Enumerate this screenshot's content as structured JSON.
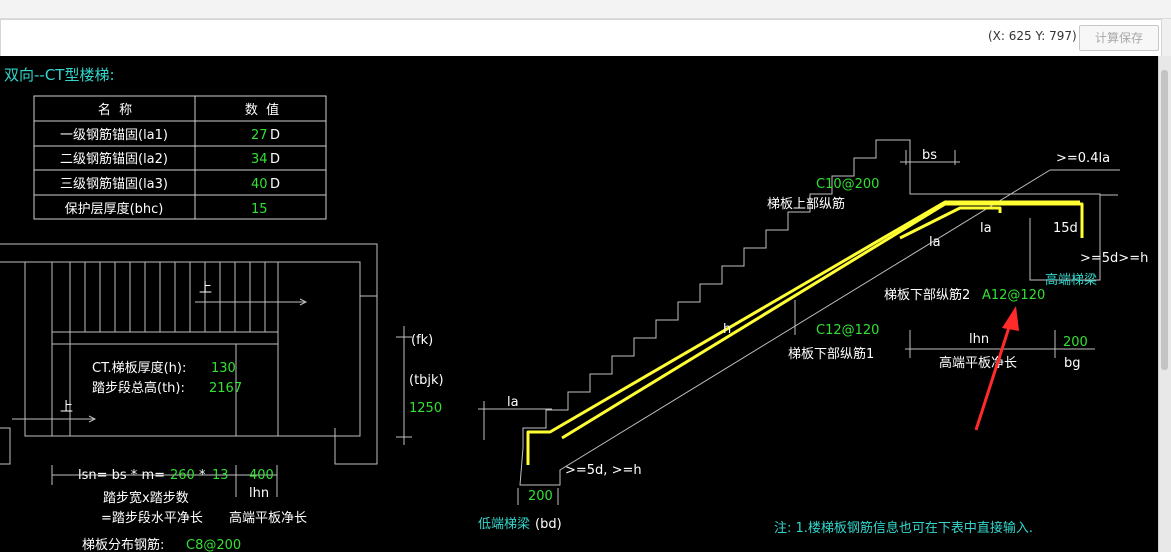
{
  "toolbar": {
    "coords": "(X: 625 Y: 797)",
    "save_label": "计算保存"
  },
  "drawing": {
    "title": "双向--CT型楼梯:",
    "table": {
      "headers": [
        "名  称",
        "数  值"
      ],
      "rows": [
        {
          "name": "一级钢筋锚固(la1)",
          "value": "27",
          "unit": "D"
        },
        {
          "name": "二级钢筋锚固(la2)",
          "value": "34",
          "unit": "D"
        },
        {
          "name": "三级钢筋锚固(la3)",
          "value": "40",
          "unit": "D"
        },
        {
          "name": "保护层厚度(bhc)",
          "value": "15",
          "unit": ""
        }
      ]
    },
    "plan": {
      "up1": "上",
      "up2": "上",
      "thickness_label": "CT.梯板厚度(h):",
      "thickness_value": "130",
      "height_label": "踏步段总高(th):",
      "height_value": "2167",
      "fk": "(fk)",
      "tbjk": "(tbjk)",
      "tbjk_value": "1250",
      "lsn_prefix": "lsn= bs * m=",
      "bs_value": "260",
      "times": "*",
      "m_value": "13",
      "lhn_value": "400",
      "lhn": "lhn",
      "step_desc1": "踏步宽x踏步数",
      "step_desc2": "=踏步段水平净长",
      "platform_len": "高端平板净长",
      "dist_label": "梯板分布钢筋:",
      "dist_value": "C8@200"
    },
    "section": {
      "bs": "bs",
      "la_top": ">=0.4la",
      "top_bar_value": "C10@200",
      "top_bar_label": "梯板上部纵筋",
      "la1": "la",
      "la2": "la",
      "d15": "15d",
      "ge5d": ">=5d>=h",
      "high_beam": "高端梯梁",
      "bottom2_label": "梯板下部纵筋2",
      "bottom2_value": "A12@120",
      "bottom1_value": "C12@120",
      "bottom1_label": "梯板下部纵筋1",
      "h": "h",
      "lhn": "lhn",
      "lhn_value": "200",
      "platform_len": "高端平板净长",
      "bg": "bg",
      "la_low": "la",
      "ge5d_low": ">=5d, >=h",
      "low_value": "200",
      "low_beam": "低端梯梁",
      "bd": "(bd)"
    },
    "note": "注: 1.楼梯板钢筋信息也可在下表中直接输入."
  }
}
